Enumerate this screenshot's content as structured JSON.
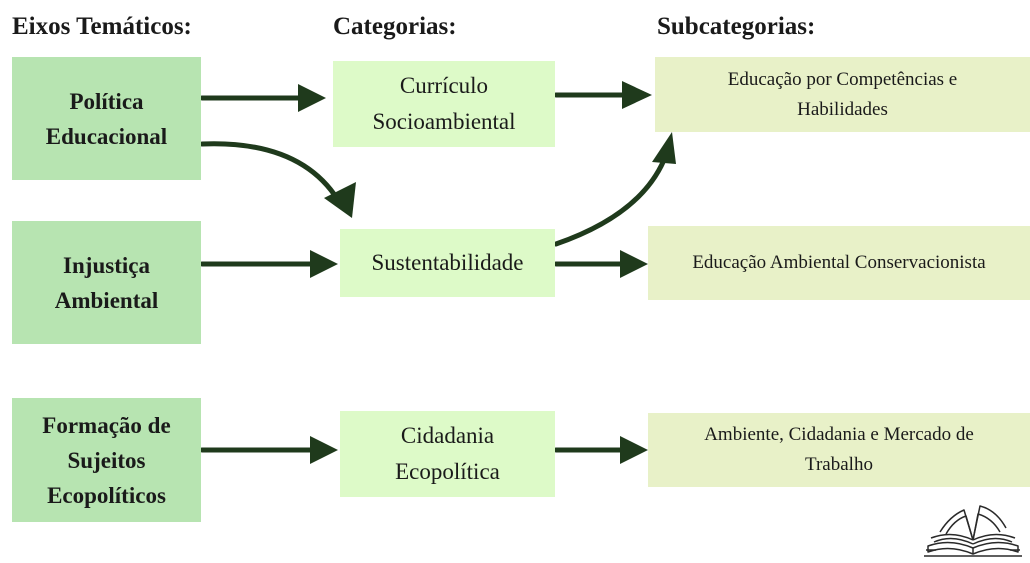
{
  "headers": {
    "eixos": "Eixos Temáticos:",
    "categorias": "Categorias:",
    "subcategorias": "Subcategorias:"
  },
  "eixos": [
    {
      "label": "Política\nEducacional"
    },
    {
      "label": "Injustiça\nAmbiental"
    },
    {
      "label": "Formação de\nSujeitos\nEcopolíticos"
    }
  ],
  "categorias": [
    {
      "label": "Currículo\nSocioambiental"
    },
    {
      "label": "Sustentabilidade"
    },
    {
      "label": "Cidadania\nEcopolítica"
    }
  ],
  "subcategorias": [
    {
      "label": "Educação por Competências e\nHabilidades"
    },
    {
      "label": "Educação Ambiental Conservacionista"
    },
    {
      "label": "Ambiente, Cidadania e Mercado de\nTrabalho"
    }
  ],
  "colors": {
    "eixo_fill": "#b7e4b1",
    "categoria_fill": "#ddfac8",
    "subcategoria_fill": "#e8f1c8",
    "arrow": "#1f3a1c"
  },
  "icons": [
    "open-book-icon"
  ]
}
